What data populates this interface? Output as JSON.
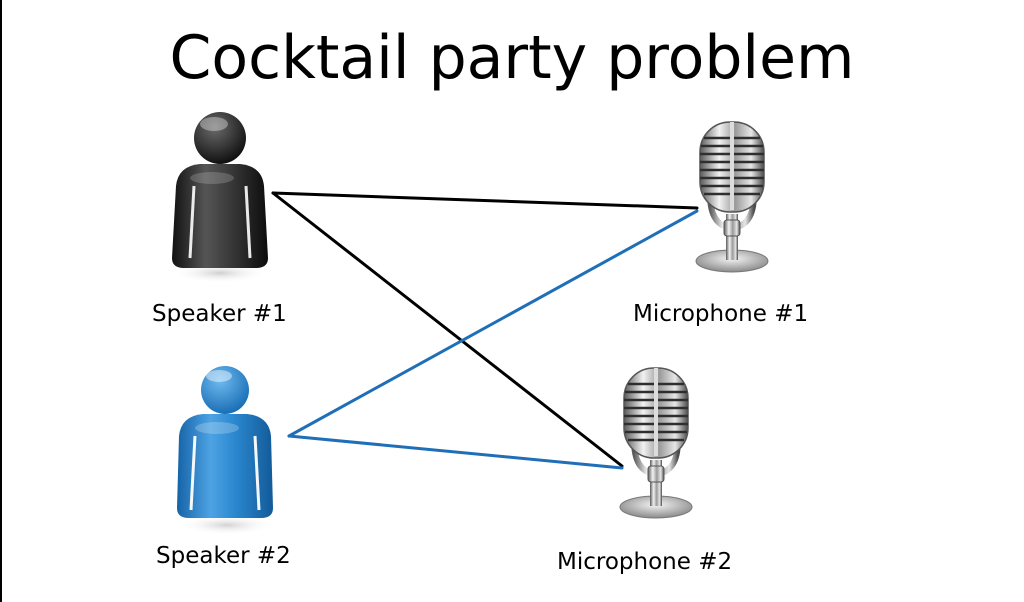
{
  "title": "Cocktail party problem",
  "speakers": [
    {
      "label": "Speaker #1",
      "color": "#2a2a2a",
      "icon": "person-icon"
    },
    {
      "label": "Speaker #2",
      "color": "#2b88cf",
      "icon": "person-icon"
    }
  ],
  "microphones": [
    {
      "label": "Microphone #1",
      "icon": "microphone-icon"
    },
    {
      "label": "Microphone #2",
      "icon": "microphone-icon"
    }
  ],
  "connections": [
    {
      "from": "Speaker #1",
      "to": "Microphone #1",
      "color": "#000000"
    },
    {
      "from": "Speaker #1",
      "to": "Microphone #2",
      "color": "#000000"
    },
    {
      "from": "Speaker #2",
      "to": "Microphone #1",
      "color": "#1f6fb8"
    },
    {
      "from": "Speaker #2",
      "to": "Microphone #2",
      "color": "#1f6fb8"
    }
  ]
}
